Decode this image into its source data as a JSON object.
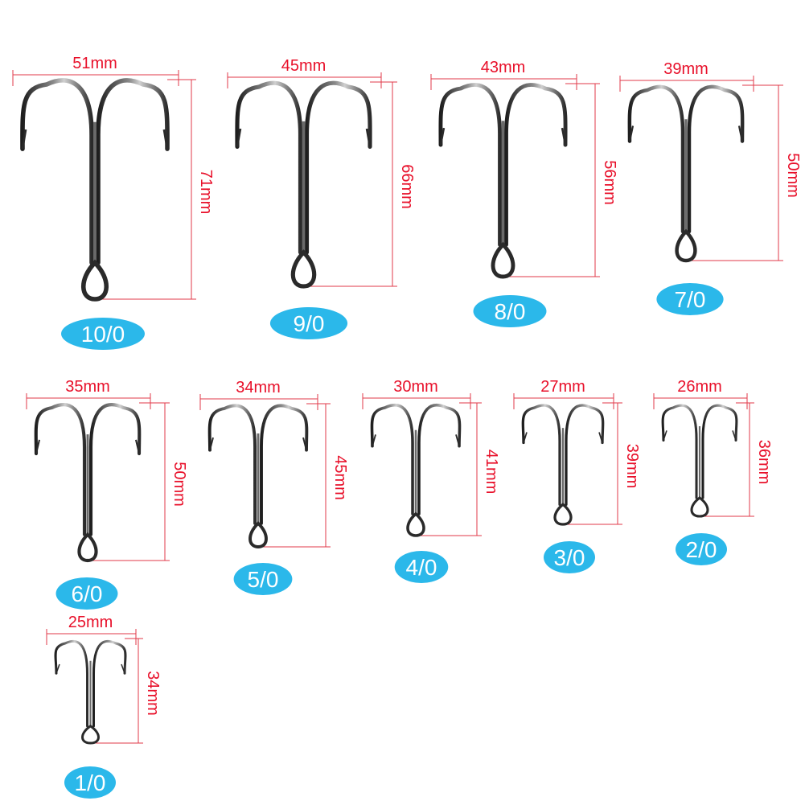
{
  "colors": {
    "dimension_line": "#e23a4a",
    "dimension_text": "#e8102a",
    "badge_fill": "#2bb8ea",
    "badge_text": "#ffffff",
    "hook_dark": "#2a2a2a",
    "hook_mid": "#6a6a6a",
    "hook_light": "#c8c8c8"
  },
  "hooks": [
    {
      "size": "10/0",
      "width": "51mm",
      "height": "71mm"
    },
    {
      "size": "9/0",
      "width": "45mm",
      "height": "66mm"
    },
    {
      "size": "8/0",
      "width": "43mm",
      "height": "56mm"
    },
    {
      "size": "7/0",
      "width": "39mm",
      "height": "50mm"
    },
    {
      "size": "6/0",
      "width": "35mm",
      "height": "50mm"
    },
    {
      "size": "5/0",
      "width": "34mm",
      "height": "45mm"
    },
    {
      "size": "4/0",
      "width": "30mm",
      "height": "41mm"
    },
    {
      "size": "3/0",
      "width": "27mm",
      "height": "39mm"
    },
    {
      "size": "2/0",
      "width": "26mm",
      "height": "36mm"
    },
    {
      "size": "1/0",
      "width": "25mm",
      "height": "34mm"
    }
  ]
}
